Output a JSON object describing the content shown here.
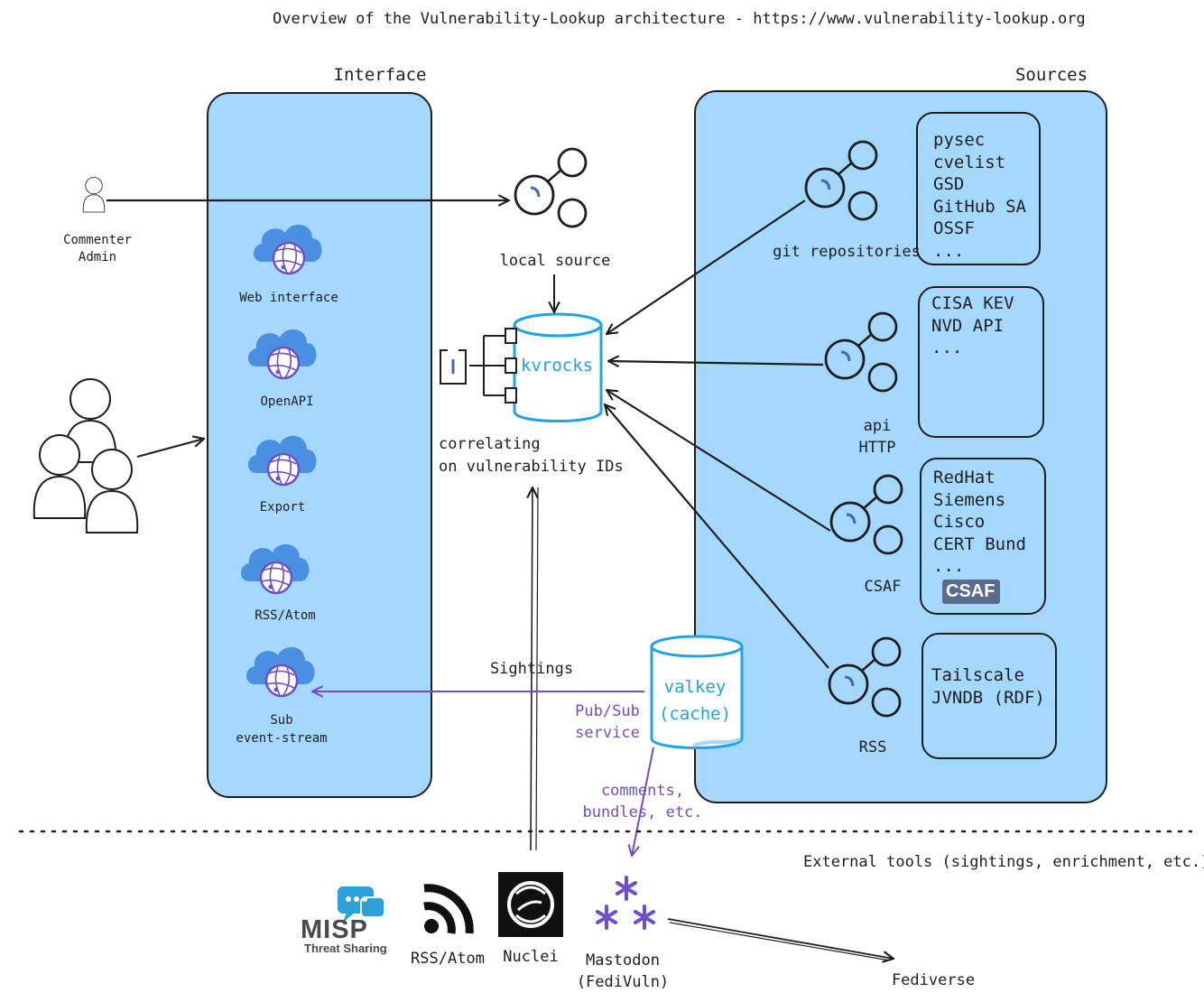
{
  "title": "Overview of the Vulnerability-Lookup architecture - https://www.vulnerability-lookup.org",
  "interface": {
    "label": "Interface",
    "items": [
      "Web interface",
      "OpenAPI",
      "Export",
      "RSS/Atom",
      "Sub\nevent-stream"
    ]
  },
  "sources": {
    "label": "Sources",
    "git_label": "git repositories",
    "git_list": [
      "pysec",
      "cvelist",
      "GSD",
      "GitHub SA",
      "OSSF",
      "..."
    ],
    "api_label": "api\nHTTP",
    "api_list": [
      "CISA KEV",
      "NVD API",
      "..."
    ],
    "csaf_label": "CSAF",
    "csaf_list": [
      "RedHat",
      "Siemens",
      "Cisco",
      "CERT Bund",
      "..."
    ],
    "csaf_badge": "CSAF",
    "rss_label": "RSS",
    "rss_list": [
      "Tailscale",
      "JVNDB (RDF)"
    ]
  },
  "user": {
    "label": "Commenter\nAdmin"
  },
  "local_source": "local source",
  "kvrocks": "kvrocks",
  "correlating": "correlating\non vulnerability IDs",
  "sightings": "Sightings",
  "valkey": "valkey\n(cache)",
  "pubsub": "Pub/Sub\nservice",
  "comments": "comments,\nbundles, etc.",
  "external_label": "External tools (sightings, enrichment, etc.)",
  "tools": {
    "misp_logo": "MISP",
    "misp_sub": "Threat Sharing",
    "rss": "RSS/Atom",
    "nuclei": "Nuclei",
    "mastodon": "Mastodon\n(FediVuln)"
  },
  "fediverse": "Fediverse",
  "colors": {
    "panel_fill": "#a5d8ff",
    "accent_blue": "#1fa2e8",
    "purple": "#6e4fc7",
    "cloud": "#4a90e2"
  }
}
